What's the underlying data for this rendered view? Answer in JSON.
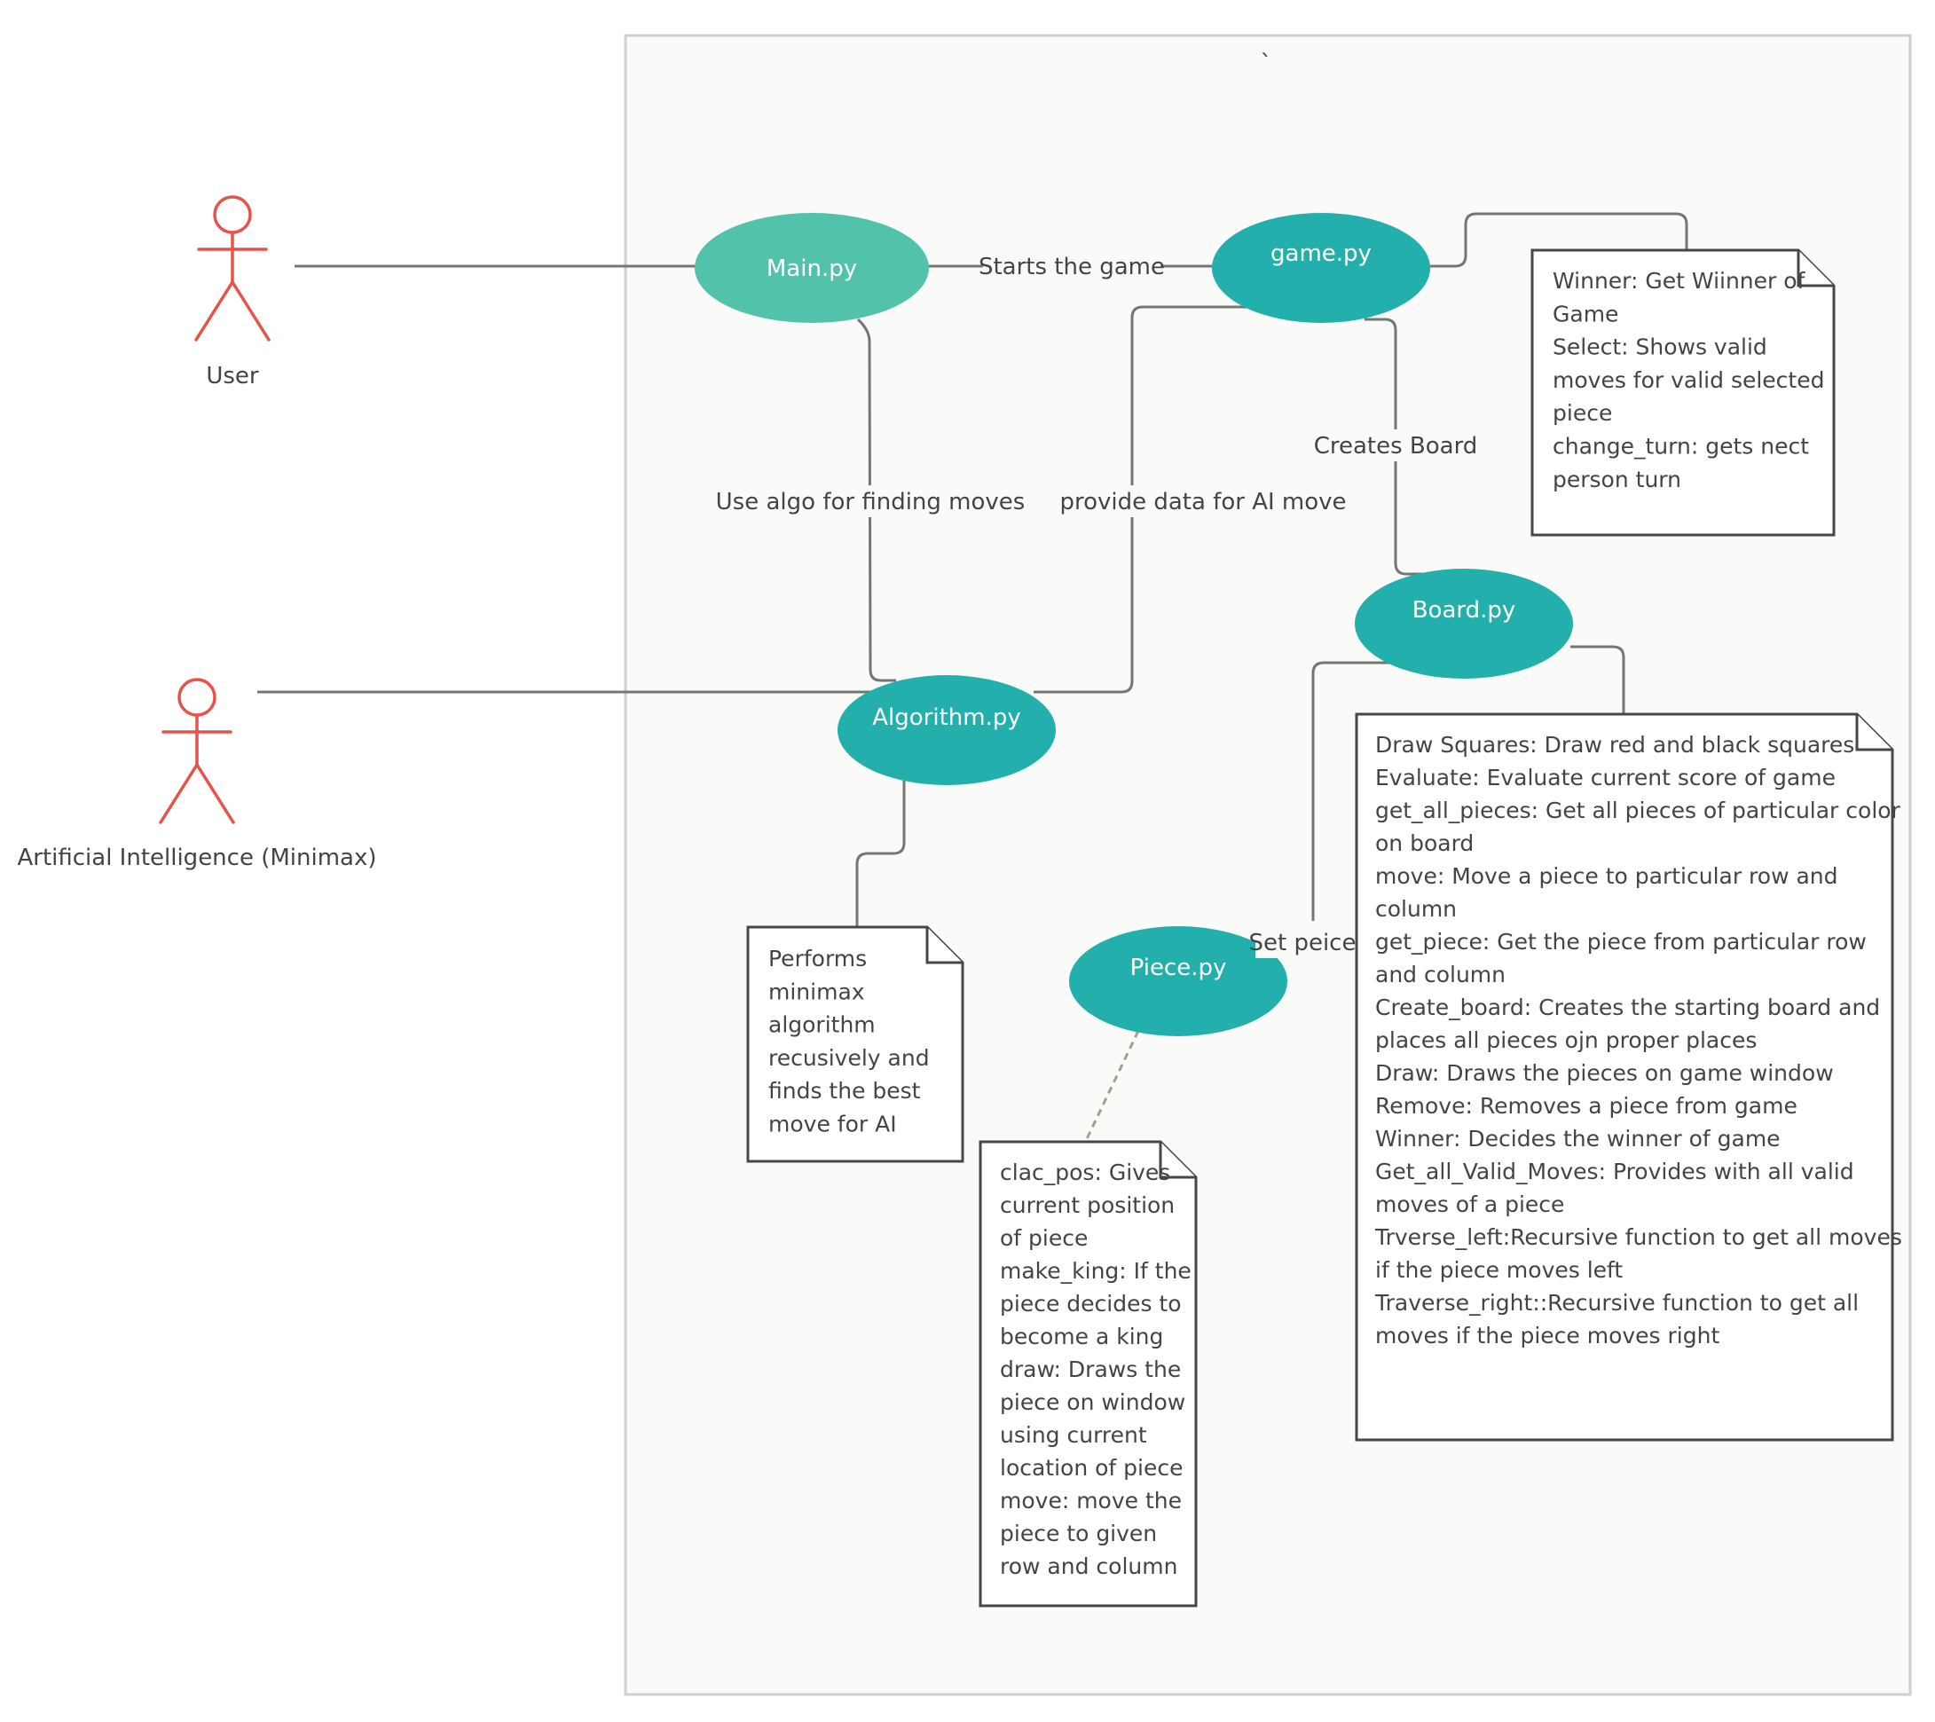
{
  "tick_mark": "`",
  "actors": {
    "user": "User",
    "ai": "Artificial Intelligence (Minimax)"
  },
  "nodes": {
    "main": "Main.py",
    "game": "game.py",
    "board": "Board.py",
    "algorithm": "Algorithm.py",
    "piece": "Piece.py"
  },
  "edges": {
    "starts_game": "Starts the game",
    "creates_board": "Creates Board",
    "use_algo": "Use algo for finding moves",
    "provide_data": "provide data for AI move",
    "set_piece": "Set peice"
  },
  "notes": {
    "game_note": [
      "Winner: Get Wiinner of",
      "Game",
      "Select: Shows valid",
      "moves for valid selected",
      "piece",
      "change_turn: gets nect",
      "person turn"
    ],
    "algo_note": [
      "Performs",
      "minimax",
      "algorithm",
      "recusively and",
      "finds the best",
      "move for AI"
    ],
    "piece_note": [
      "clac_pos: Gives",
      "current position",
      "of piece",
      "make_king: If the",
      "piece decides to",
      "become a king",
      "draw: Draws the",
      "piece on window",
      "using current",
      "location of piece",
      "move: move the",
      "piece to given",
      "row and column"
    ],
    "board_note": [
      "Draw Squares: Draw red and black squares",
      "Evaluate: Evaluate current score of game",
      "get_all_pieces: Get all pieces of particular color",
      "on board",
      "move: Move a piece to particular row and",
      "column",
      "get_piece: Get the piece from particular row",
      "and column",
      "Create_board: Creates the starting board and",
      "places all pieces ojn proper places",
      "Draw: Draws the pieces on game window",
      "Remove: Removes a piece from game",
      "Winner: Decides the winner of game",
      "Get_all_Valid_Moves:  Provides with all valid",
      "moves of a piece",
      "Trverse_left:Recursive  function to get all moves",
      "if the piece moves left",
      "Traverse_right::Recursive  function to get all",
      "moves if the piece moves right"
    ]
  },
  "colors": {
    "actor": "#e5534b",
    "main_node": "#52c3aa",
    "node": "#23b0ac",
    "frame_bg": "#fafaf9",
    "frame_border": "#d0d0d0"
  }
}
